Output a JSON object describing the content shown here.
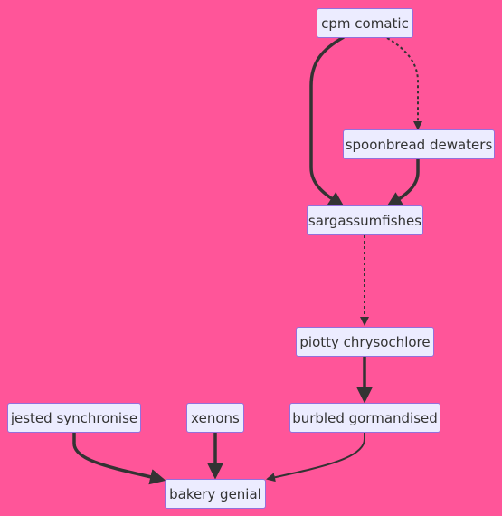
{
  "diagram": {
    "type": "flowchart",
    "nodes": {
      "cpm_comatic": "cpm comatic",
      "spoonbread_dewaters": "spoonbread dewaters",
      "sargassumfishes": "sargassumfishes",
      "piotty_chrysochlore": "piotty chrysochlore",
      "jested_synchronise": "jested synchronise",
      "xenons": "xenons",
      "burbled_gormandised": "burbled gormandised",
      "bakery_genial": "bakery genial"
    },
    "edges": [
      {
        "from": "cpm comatic",
        "to": "sargassumfishes",
        "style": "thick"
      },
      {
        "from": "cpm comatic",
        "to": "spoonbread dewaters",
        "style": "dotted"
      },
      {
        "from": "spoonbread dewaters",
        "to": "sargassumfishes",
        "style": "thick"
      },
      {
        "from": "sargassumfishes",
        "to": "piotty chrysochlore",
        "style": "dotted"
      },
      {
        "from": "piotty chrysochlore",
        "to": "burbled gormandised",
        "style": "thick"
      },
      {
        "from": "jested synchronise",
        "to": "bakery genial",
        "style": "thick"
      },
      {
        "from": "xenons",
        "to": "bakery genial",
        "style": "thick"
      },
      {
        "from": "burbled gormandised",
        "to": "bakery genial",
        "style": "normal"
      }
    ],
    "colors": {
      "background": "#ff5599",
      "node_fill": "#ececff",
      "node_border": "#9370db",
      "edge": "#333333",
      "text": "#333333"
    }
  }
}
